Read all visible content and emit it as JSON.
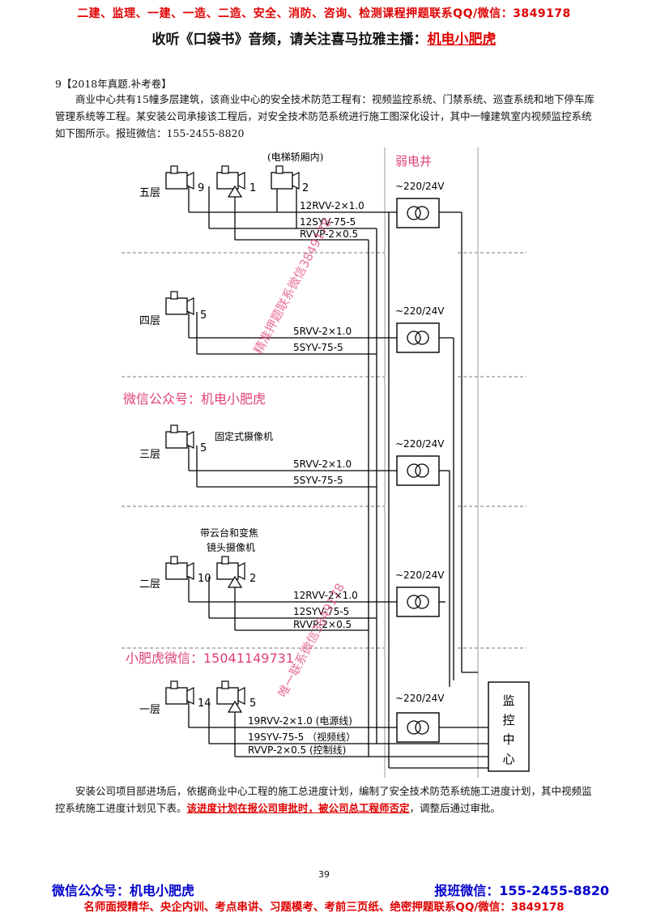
{
  "header": {
    "line1": "二建、监理、一建、一造、二造、安全、消防、咨询、检测课程押题联系QQ/微信：3849178",
    "line2_prefix": "收听《口袋书》音频，请关注喜马拉雅主播：",
    "line2_name": "机电小肥虎"
  },
  "question": {
    "heading": "9【2018年真题.补考卷】",
    "intro": "商业中心共有15幢多层建筑，该商业中心的安全技术防范工程有：视频监控系统、门禁系统、巡查系统和地下停车库管理系统等工程。某安装公司承接该工程后，对安全技术防范系统进行施工图深化设计，其中一幢建筑室内视频监控系统如下图所示。报班微信：155-2455-8820",
    "outro_before": "安装公司项目部进场后，依据商业中心工程的施工总进度计划，编制了安全技术防范系统施工进度计划，其中视频监控系统施工进度计划见下表。",
    "outro_highlight": "该进度计划在报公司审批时，被公司总工程师否定",
    "outro_after": "，调整后通过审批。"
  },
  "diagram": {
    "elevator_label": "(电梯轿厢内)",
    "shaft_label": "弱电井",
    "transformer_label": "~220/24V",
    "control_center": [
      "监",
      "控",
      "中",
      "心"
    ],
    "fixed_camera_label": "固定式摄像机",
    "ptz_label_line1": "带云台和变焦",
    "ptz_label_line2": "镜头摄像机",
    "floors": [
      {
        "name": "五层",
        "fixed_count": "9",
        "ptz_count": "1",
        "elevator_count": "2",
        "cables": [
          "12RVV-2×1.0",
          "12SYV-75-5",
          "RVVP-2×0.5"
        ]
      },
      {
        "name": "四层",
        "fixed_count": "5",
        "cables": [
          "5RVV-2×1.0",
          "5SYV-75-5"
        ]
      },
      {
        "name": "三层",
        "fixed_count": "5",
        "cables": [
          "5RVV-2×1.0",
          "5SYV-75-5"
        ]
      },
      {
        "name": "二层",
        "fixed_count": "10",
        "ptz_count": "2",
        "cables": [
          "12RVV-2×1.0",
          "12SYV-75-5",
          "RVVP-2×0.5"
        ]
      },
      {
        "name": "一层",
        "fixed_count": "14",
        "ptz_count": "5",
        "cables": [
          "19RVV-2×1.0 (电源线)",
          "19SYV-75-5 （视频线）",
          "RVVP-2×0.5 (控制线)"
        ]
      }
    ],
    "watermarks": {
      "wechat_public": "微信公众号：机电小肥虎",
      "xiaofeihu_wechat": "小肥虎微信：15041149731",
      "diag1": "精准押题联系微信3849178",
      "diag2": "唯一联系微信3849178"
    }
  },
  "page_number": "39",
  "footer": {
    "left": "微信公众号：机电小肥虎",
    "right": "报班微信：155-2455-8820",
    "bottom": "名师面授精华、央企内训、考点串讲、习题模考、考前三页纸、绝密押题联系QQ/微信：3849178"
  },
  "colors": {
    "accent_red": "#e00000",
    "footer_blue": "#0000cc",
    "watermark_pink": "#e0407a"
  }
}
